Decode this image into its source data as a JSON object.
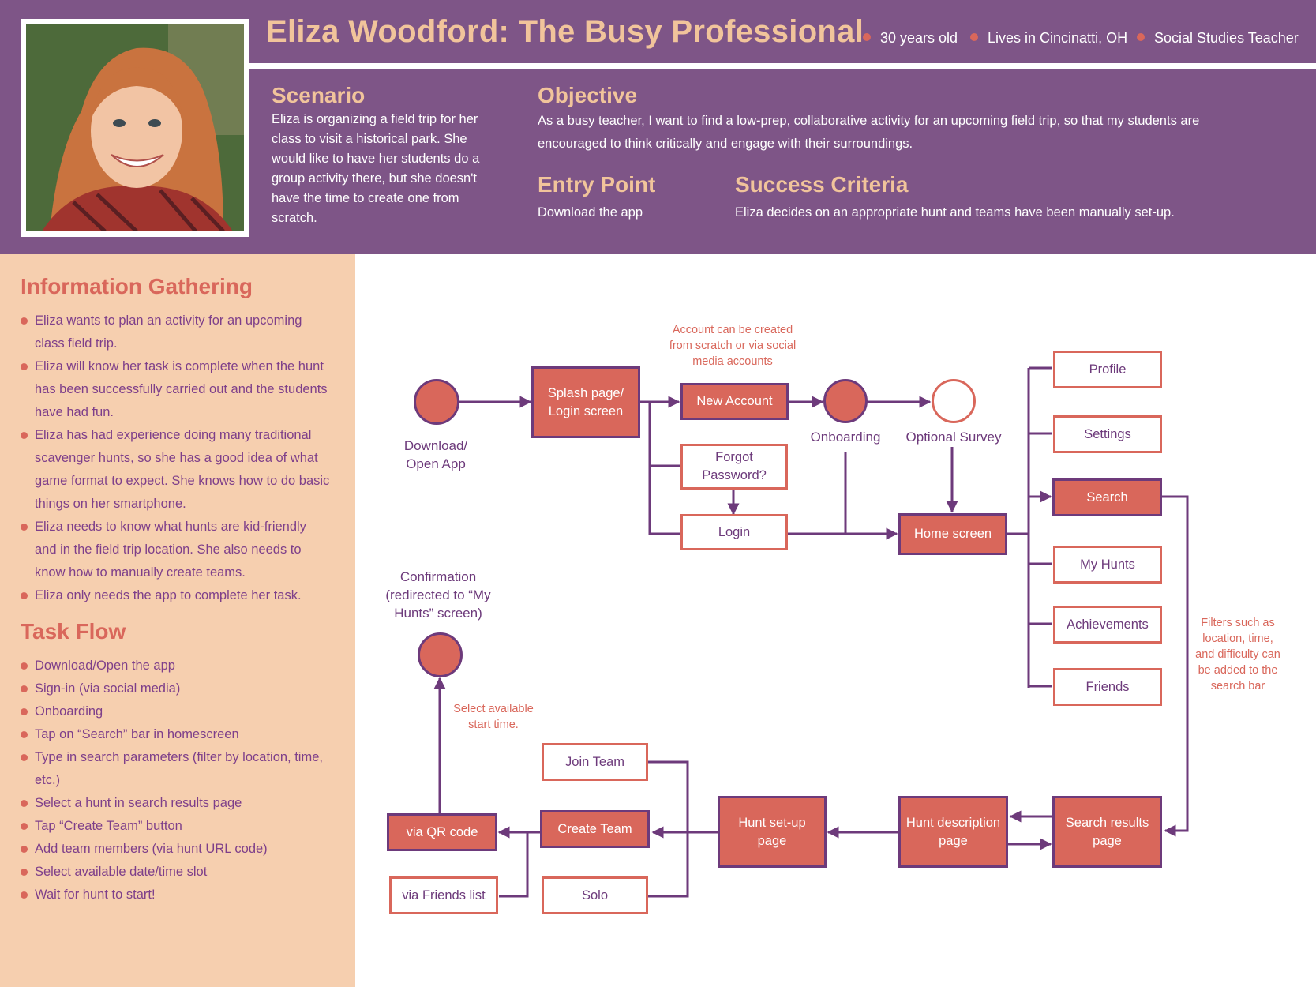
{
  "header": {
    "title": "Eliza Woodford: The Busy Professional",
    "meta": [
      "30 years old",
      "Lives in Cincinatti, OH",
      "Social Studies Teacher"
    ],
    "photo": "persona-photo"
  },
  "scenario": {
    "heading": "Scenario",
    "lines": [
      "Eliza is organizing a field trip for her",
      "class to visit a historical park. She",
      "would like to have her students do a",
      "group activity there, but she doesn't",
      "have the time to create one from",
      "scratch."
    ]
  },
  "objective": {
    "heading": "Objective",
    "lines": [
      "As a busy teacher, I want to find a low-prep, collaborative activity for an upcoming field trip, so that my students are",
      "encouraged to think critically and engage with their surroundings."
    ]
  },
  "entry_point": {
    "heading": "Entry Point",
    "text": "Download the app"
  },
  "success_criteria": {
    "heading": "Success Criteria",
    "text": "Eliza decides on an appropriate hunt and teams have been manually set-up."
  },
  "information_gathering": {
    "heading": "Information Gathering",
    "items": [
      [
        "Eliza wants to plan an activity for an upcoming",
        "class field trip."
      ],
      [
        "Eliza will know her task is complete when the hunt",
        "has been successfully carried out and the students",
        "have had fun."
      ],
      [
        "Eliza has had experience doing many traditional",
        "scavenger hunts, so she has a good idea of what",
        "game format to expect. She knows how to do basic",
        "things on her smartphone."
      ],
      [
        "Eliza needs to know what hunts are kid-friendly",
        "and in the field trip location. She also needs to",
        "know how to manually create teams."
      ],
      [
        "Eliza only needs the app to complete her task."
      ]
    ]
  },
  "task_flow": {
    "heading": "Task Flow",
    "items": [
      [
        "Download/Open the app"
      ],
      [
        "Sign-in (via social media)"
      ],
      [
        "Onboarding"
      ],
      [
        "Tap on “Search” bar in homescreen"
      ],
      [
        "Type in search parameters (filter by location, time,",
        "etc.)"
      ],
      [
        "Select a hunt in search results page"
      ],
      [
        "Tap “Create Team” button"
      ],
      [
        "Add team members (via hunt URL code)"
      ],
      [
        "Select available date/time slot"
      ],
      [
        "Wait for hunt to start!"
      ]
    ]
  },
  "flow": {
    "nodes": {
      "download": [
        "Download/",
        "Open App"
      ],
      "onboarding": [
        "Onboarding"
      ],
      "optional_survey": [
        "Optional Survey"
      ],
      "confirmation": [
        "Confirmation",
        "(redirected to “My",
        "Hunts” screen)"
      ]
    },
    "boxes": {
      "splash": [
        "Splash page/",
        "Login screen"
      ],
      "new_account": [
        "New Account"
      ],
      "forgot": [
        "Forgot",
        "Password?"
      ],
      "login": [
        "Login"
      ],
      "home": [
        "Home screen"
      ],
      "profile": [
        "Profile"
      ],
      "settings": [
        "Settings"
      ],
      "search": [
        "Search"
      ],
      "my_hunts": [
        "My Hunts"
      ],
      "achievements": [
        "Achievements"
      ],
      "friends": [
        "Friends"
      ],
      "search_results": [
        "Search results",
        "page"
      ],
      "hunt_description": [
        "Hunt description",
        "page"
      ],
      "hunt_setup": [
        "Hunt set-up",
        "page"
      ],
      "join_team": [
        "Join Team"
      ],
      "create_team": [
        "Create Team"
      ],
      "solo": [
        "Solo"
      ],
      "via_qr": [
        "via QR code"
      ],
      "via_friends": [
        "via Friends list"
      ]
    },
    "notes": {
      "account": [
        "Account can be created",
        "from scratch or via social",
        "media accounts"
      ],
      "filters": [
        "Filters such as",
        "location, time,",
        "and difficulty can",
        "be added to the",
        "search bar"
      ],
      "start_time": [
        "Select available",
        "start time."
      ]
    }
  },
  "colors": {
    "purple": "#7e5587",
    "dark_purple": "#6d3a7b",
    "coral": "#d9675b",
    "peach": "#f6cfaf",
    "gold": "#f1c49b"
  }
}
